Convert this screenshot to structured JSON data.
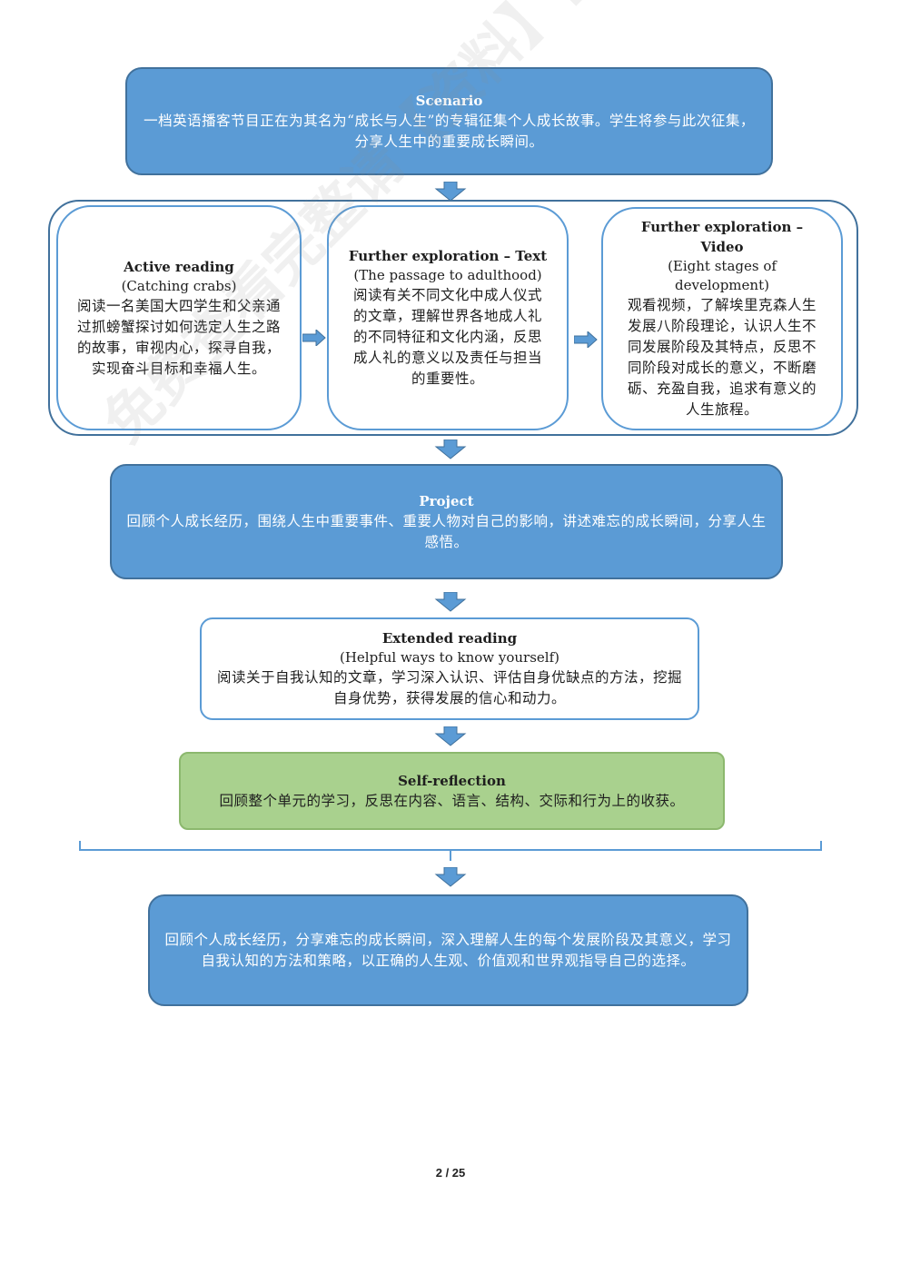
{
  "scenario": {
    "title": "Scenario",
    "text": "一档英语播客节目正在为其名为“成长与人生”的专辑征集个人成长故事。学生将参与此次征集，分享人生中的重要成长瞬间。"
  },
  "stage_boxes": [
    {
      "title": "Active reading",
      "subtitle": "(Catching crabs)",
      "text": "阅读一名美国大四学生和父亲通过抓螃蟹探讨如何选定人生之路的故事，审视内心，探寻自我，实现奋斗目标和幸福人生。"
    },
    {
      "title": "Further exploration – Text",
      "subtitle": "(The passage to adulthood)",
      "text": "阅读有关不同文化中成人仪式的文章，理解世界各地成人礼的不同特征和文化内涵，反思成人礼的意义以及责任与担当的重要性。"
    },
    {
      "title": "Further exploration – Video",
      "subtitle": "(Eight stages of development)",
      "text": "观看视频，了解埃里克森人生发展八阶段理论，认识人生不同发展阶段及其特点，反思不同阶段对成长的意义，不断磨砺、充盈自我，追求有意义的人生旅程。"
    }
  ],
  "project": {
    "title": "Project",
    "text": "回顾个人成长经历，围绕人生中重要事件、重要人物对自己的影响，讲述难忘的成长瞬间，分享人生感悟。"
  },
  "extended_reading": {
    "title": "Extended reading",
    "subtitle": "(Helpful ways to know yourself)",
    "text": "阅读关于自我认知的文章，学习深入认识、评估自身优缺点的方法，挖掘自身优势，获得发展的信心和动力。"
  },
  "self_reflection": {
    "title": "Self-reflection",
    "text": "回顾整个单元的学习，反思在内容、语言、结构、交际和行为上的收获。"
  },
  "summary": {
    "text": "回顾个人成长经历，分享难忘的成长瞬间，深入理解人生的每个发展阶段及其意义，学习自我认知的方法和策略，以正确的人生观、价值观和世界观指导自己的选择。"
  },
  "watermark": "免费查看完整请【资料】【小资料】APP",
  "page_number": "2 / 25",
  "colors": {
    "box_blue": "#5b9bd5",
    "box_border": "#41719c",
    "box_green": "#a9d18e"
  }
}
